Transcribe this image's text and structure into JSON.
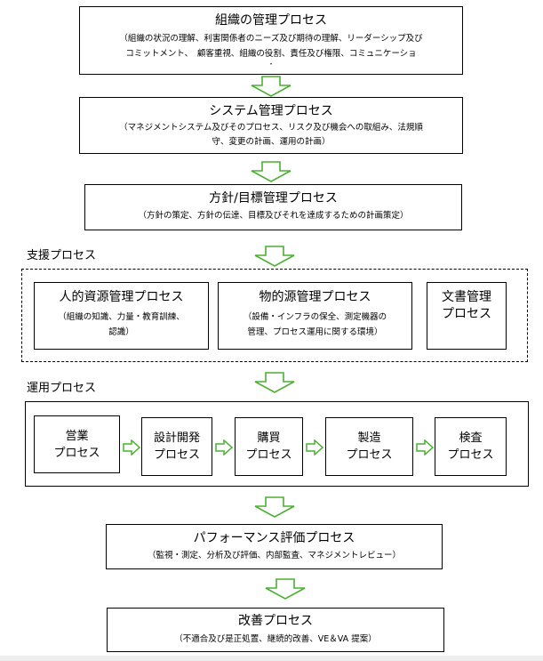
{
  "colors": {
    "arrow_stroke": "#4caf33",
    "border": "#000000"
  },
  "top_chain": [
    {
      "title": "組織の管理プロセス",
      "lines": [
        "（組織の状況の理解、利害関係者のニーズ及び期待の理解、リーダーシップ及び",
        "コミットメント、　顧客重視、組織の役割、責任及び権限、コミュニケーショ",
        "・"
      ]
    },
    {
      "title": "システム管理プロセス",
      "lines": [
        "（マネジメントシステム及びそのプロセス、リスク及び機会への取組み、法規順",
        "守、変更の計画、運用の計画）"
      ]
    },
    {
      "title": "方針/目標管理プロセス",
      "lines": [
        "（方針の策定、方針の伝達、目標及びそれを達成するための計画策定）"
      ]
    }
  ],
  "support": {
    "label": "支援プロセス",
    "boxes": [
      {
        "title": "人的資源管理プロセス",
        "lines": [
          "（組織の知識、力量・教育訓練、",
          "認識）"
        ]
      },
      {
        "title": "物的源管理プロセス",
        "lines": [
          "（設備・インフラの保全、測定機器の",
          "管理、プロセス運用に関する環境）"
        ]
      },
      {
        "title_lines": [
          "文書管理",
          "プロセス"
        ]
      }
    ]
  },
  "operation": {
    "label": "運用プロセス",
    "boxes": [
      {
        "lines": [
          "営業",
          "プロセス"
        ]
      },
      {
        "lines": [
          "設計開発",
          "プロセス"
        ]
      },
      {
        "lines": [
          "購買",
          "プロセス"
        ]
      },
      {
        "lines": [
          "製造",
          "プロセス"
        ]
      },
      {
        "lines": [
          "検査",
          "プロセス"
        ]
      }
    ]
  },
  "bottom_chain": [
    {
      "title": "パフォーマンス評価プロセス",
      "lines": [
        "（監視・測定、分析及び評価、内部監査、マネジメントレビュー）"
      ]
    },
    {
      "title": "改善プロセス",
      "lines": [
        "（不適合及び是正処置、継続的改善、VE＆VA 提案）"
      ]
    }
  ]
}
